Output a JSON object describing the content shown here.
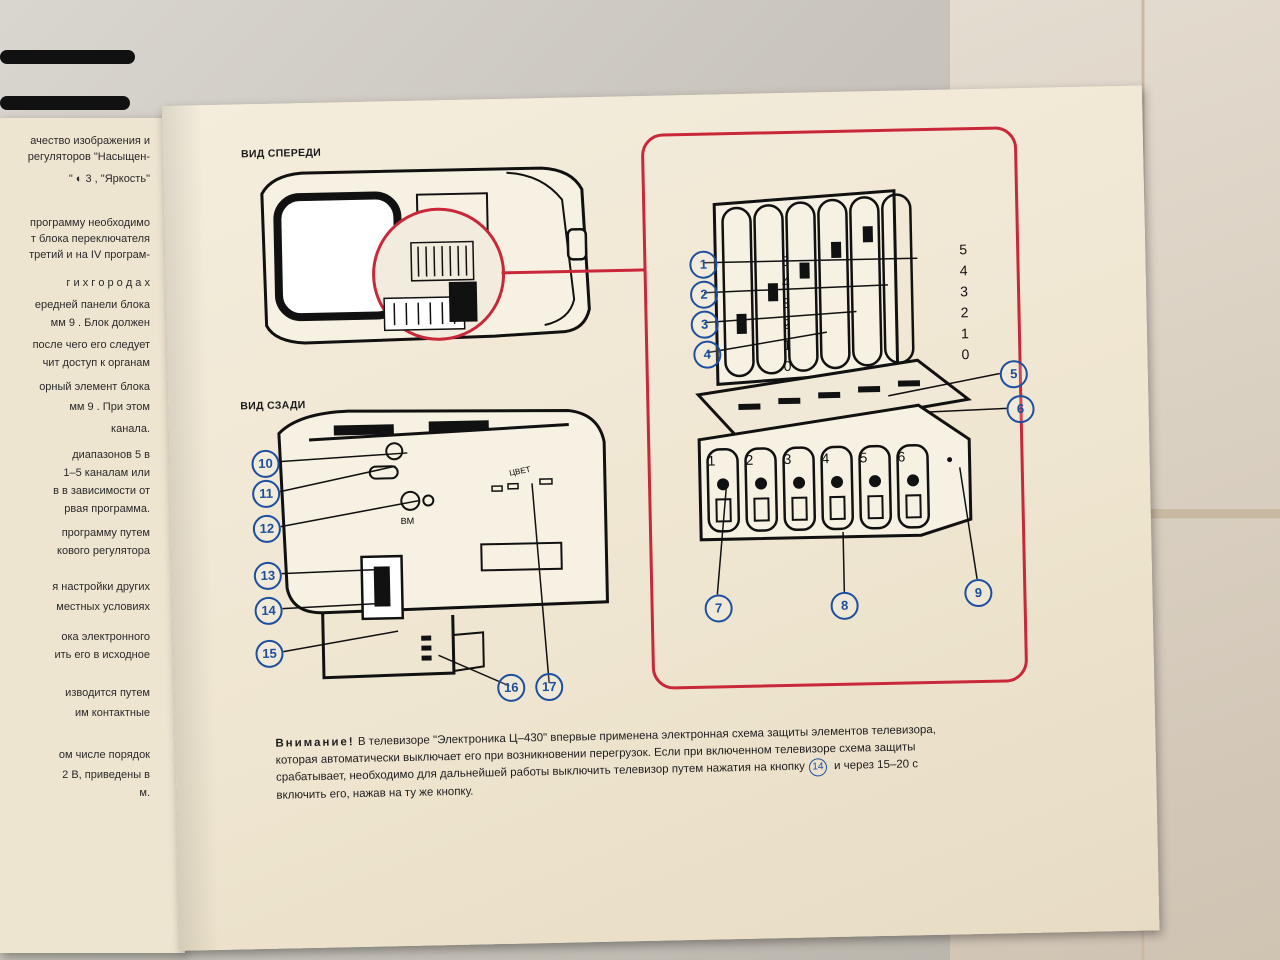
{
  "left_page": {
    "lines": [
      "ачество  изображения  и",
      "регуляторов  \"Насыщен-",
      "\"   ◐  3 ,  \"Яркость\"",
      "программу необходимо",
      "т  блока  переключателя",
      "третий и на IV програм-",
      "г и х   г о р о д а х",
      "ередней панели блока",
      "мм  9 .  Блок должен",
      "после чего его следует",
      "чит доступ к органам",
      "орный элемент блока",
      "мм  9 .  При  этом",
      "канала.",
      "диапазонов  5  в",
      "1–5 каналам    или",
      "в  в зависимости  от",
      "рвая программа.",
      "программу  путем",
      "кового  регулятора",
      "я настройки других",
      "местных  условиях",
      "ока   электронного",
      "ить его в исходное",
      "изводится   путем",
      "им  контактные",
      "ом числе порядок",
      "2  В,  приведены  в",
      "м."
    ]
  },
  "headings": {
    "front": "ВИД СПЕРЕДИ",
    "rear": "ВИД СЗАДИ"
  },
  "rear_labels": {
    "vm": "ВМ",
    "color": "ЦВЕТ"
  },
  "callouts": {
    "n1": "1",
    "n2": "2",
    "n3": "3",
    "n4": "4",
    "n5": "5",
    "n6": "6",
    "n7": "7",
    "n8": "8",
    "n9": "9",
    "n10": "10",
    "n11": "11",
    "n12": "12",
    "n13": "13",
    "n14": "14",
    "n15": "15",
    "n16": "16",
    "n17": "17"
  },
  "panel_scale": [
    "5",
    "4",
    "3",
    "2",
    "1",
    "0"
  ],
  "buttons": [
    "1",
    "2",
    "3",
    "4",
    "5",
    "6"
  ],
  "note": {
    "attention": "Внимание!",
    "line1": " В телевизоре \"Электроника Ц–430\" впервые применена электронная схема защиты элементов телевизора,",
    "line2": "которая автоматически выключает его при возникновении перегрузок. Если при включенном телевизоре схема защиты",
    "line3a": "срабатывает, необходимо для дальнейшей работы выключить телевизор путем нажатия на кнопку",
    "line3_callout": "14",
    "line3b": "  и через 15–20 с",
    "line4": "включить его, нажав на ту же кнопку."
  },
  "colors": {
    "panel_border": "#c8283a",
    "callout": "#1d4fa0",
    "ink": "#111111"
  }
}
